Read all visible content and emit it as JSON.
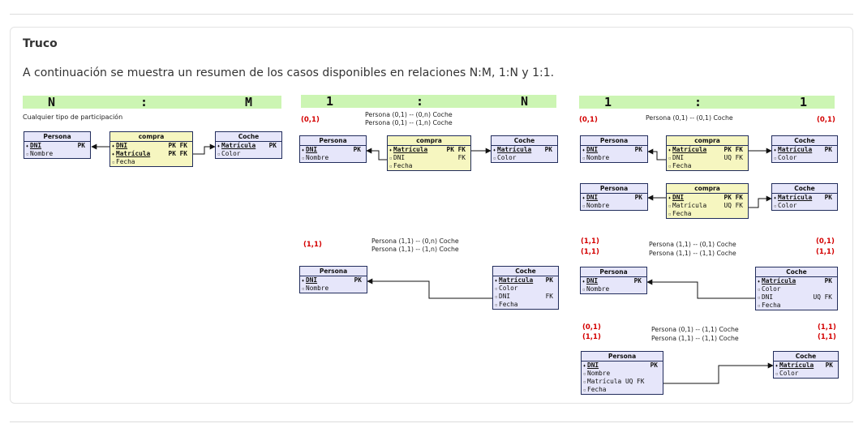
{
  "card": {
    "title": "Truco",
    "text": "A continuación se muestra un resumen de los casos disponibles en relaciones N:M, 1:N y 1:1."
  },
  "sections": {
    "nm": {
      "left": "N",
      "mid": ":",
      "right": "M",
      "note": "Cualquier tipo de participación"
    },
    "onen": {
      "left": "1",
      "mid": ":",
      "right": "N",
      "c1": {
        "card_left": "(0,1)",
        "rel_a": "Persona (0,1)  --  (0,n) Coche",
        "rel_b": "Persona (0,1)  --  (1,n) Coche"
      },
      "c2": {
        "card_left": "(1,1)",
        "rel_a": "Persona (1,1)  --  (0,n) Coche",
        "rel_b": "Persona (1,1)  --  (1,n) Coche"
      }
    },
    "oneone": {
      "left": "1",
      "mid": ":",
      "right": "1",
      "c1": {
        "card_left": "(0,1)",
        "card_right": "(0,1)",
        "rel_a": "Persona (0,1)  --  (0,1) Coche"
      },
      "c2": {
        "card_left_a": "(1,1)",
        "card_left_b": "(1,1)",
        "card_right_a": "(0,1)",
        "card_right_b": "(1,1)",
        "rel_a": "Persona (1,1)  --  (0,1) Coche",
        "rel_b": "Persona (1,1)  --  (1,1) Coche"
      },
      "c3": {
        "card_left_a": "(0,1)",
        "card_left_b": "(1,1)",
        "card_right_a": "(1,1)",
        "card_right_b": "(1,1)",
        "rel_a": "Persona (0,1)  --  (1,1) Coche",
        "rel_b": "Persona (1,1)  --  (1,1) Coche"
      }
    }
  },
  "tables": {
    "persona_basic": {
      "name": "Persona",
      "rows": [
        {
          "n": "DNI",
          "k": "PK",
          "pk": true
        },
        {
          "n": "Nombre",
          "k": ""
        }
      ]
    },
    "persona_fk": {
      "name": "Persona",
      "rows": [
        {
          "n": "DNI",
          "k": "PK",
          "pk": true
        },
        {
          "n": "Nombre",
          "k": ""
        },
        {
          "n": "Matrícula  UQ  FK",
          "k": ""
        },
        {
          "n": "Fecha",
          "k": ""
        }
      ]
    },
    "coche_basic": {
      "name": "Coche",
      "rows": [
        {
          "n": "Matrícula",
          "k": "PK",
          "pk": true
        },
        {
          "n": "Color",
          "k": ""
        }
      ]
    },
    "coche_fk": {
      "name": "Coche",
      "rows": [
        {
          "n": "Matrícula",
          "k": "PK",
          "pk": true
        },
        {
          "n": "Color",
          "k": ""
        },
        {
          "n": "DNI",
          "k": "FK"
        },
        {
          "n": "Fecha",
          "k": ""
        }
      ]
    },
    "coche_fk_uq": {
      "name": "Coche",
      "rows": [
        {
          "n": "Matrícula",
          "k": "PK",
          "pk": true
        },
        {
          "n": "Color",
          "k": ""
        },
        {
          "n": "DNI",
          "k": "UQ  FK"
        },
        {
          "n": "Fecha",
          "k": ""
        }
      ]
    },
    "compra_nm": {
      "name": "compra",
      "rows": [
        {
          "n": "DNI",
          "k": "PK  FK",
          "pk": true
        },
        {
          "n": "Matrícula",
          "k": "PK  FK",
          "pk": true
        },
        {
          "n": "Fecha",
          "k": ""
        }
      ]
    },
    "compra_1n": {
      "name": "compra",
      "rows": [
        {
          "n": "Matrícula",
          "k": "PK  FK",
          "pk": true
        },
        {
          "n": "DNI",
          "k": "FK"
        },
        {
          "n": "Fecha",
          "k": ""
        }
      ]
    },
    "compra_11a": {
      "name": "compra",
      "rows": [
        {
          "n": "Matrícula",
          "k": "PK  FK",
          "pk": true
        },
        {
          "n": "DNI",
          "k": "UQ  FK"
        },
        {
          "n": "Fecha",
          "k": ""
        }
      ]
    },
    "compra_11b": {
      "name": "compra",
      "rows": [
        {
          "n": "DNI",
          "k": "PK  FK",
          "pk": true
        },
        {
          "n": "Matrícula",
          "k": "UQ  FK"
        },
        {
          "n": "Fecha",
          "k": ""
        }
      ]
    }
  }
}
